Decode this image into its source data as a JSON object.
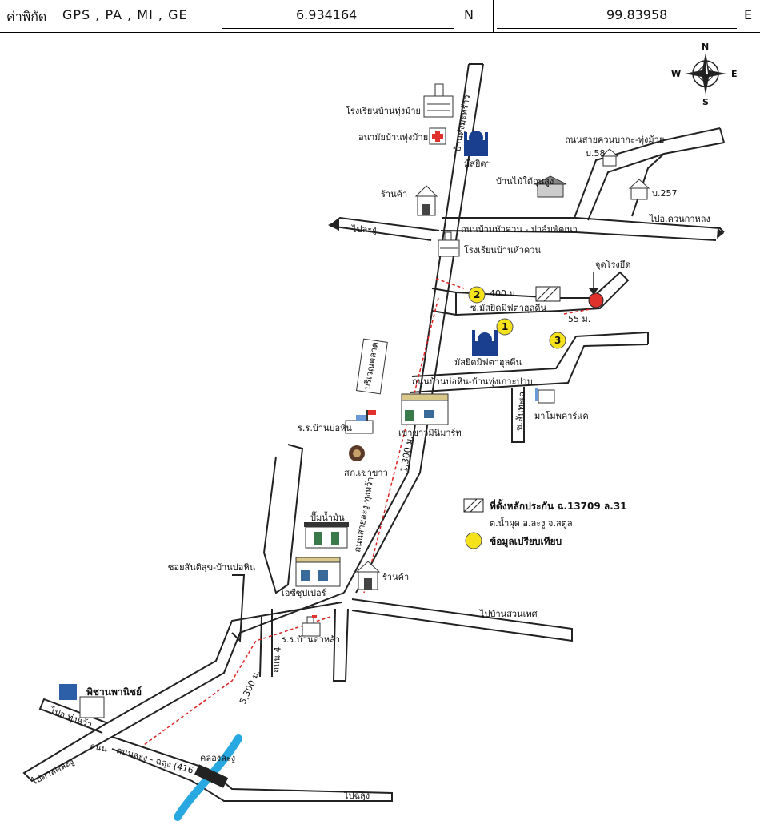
{
  "header": {
    "label": "ค่าพิกัด",
    "method": "GPS , PA , MI , GE",
    "latitude": "6.934164",
    "lat_dir": "N",
    "longitude": "99.83958",
    "lon_dir": "E"
  },
  "compass": {
    "n": "N",
    "s": "S",
    "e": "E",
    "w": "W"
  },
  "roads": {
    "main_road": "ถนนสายละงู-ทุ่งหว้า",
    "road_tungmaprao": "บ้านทุ่งมะพร้าว",
    "road_huakuan": "ถนนบ้านหัวควน - ปาล์มพัฒนา",
    "road_khuan_kalong": "ถนนสายควนบากะ-ทุ่งม้าย",
    "road_bohin": "ถนนบ้านบ่อหิน-บ้านทุ่งเกาะปาบ",
    "road_muang": "ซ.มัสยิดมิฟตาฮุลดีน",
    "road_soi_suttisuk": "ซอยสันติสุข-บ้านบ่อหิน",
    "road_4": "ถนน 4",
    "road_market": "บริเวณตลาด",
    "road_soi_muang": "ซ.สันทะเล",
    "road_lower": "ถนนละงู - ฉลุง (416"
  },
  "places": {
    "school_tungmai": "โรงเรียนบ้านทุ่งม้าย",
    "health_tungmai": "อนามัยบ้านทุ่งม้าย",
    "mosque_top": "มัสยิดฯ",
    "shop_top": "ร้านค้า",
    "house_58": "บ.58",
    "house_257": "บ.257",
    "house_label": "บ้านไม้ใต้ถุนสูง",
    "school_huakuan": "โรงเรียนบ้านหัวควน",
    "to_langu": "ไปละงู",
    "to_khuankalong": "ไปอ.ควนกาหลง",
    "target": "จุดโรงยึด",
    "mosque_mid": "มัสยิดมิฟตาฮุลดีน",
    "school_bohin": "ร.ร.บ้านบ่อหิน",
    "police": "สภ.เขาขาว",
    "minimart": "เขาขาวมินิมาร์ท",
    "mini_shop": "มาโมพคาร์แค",
    "gas_station": "ปั๊มน้ำมัน",
    "supermarket": "เอซีซุปเปอร์",
    "shop_mid": "ร้านค้า",
    "to_suanthes": "ไปบ้านสวนเทศ",
    "school_khaola": "ร.ร.บ้านดาหล้า",
    "pichan": "พิชานพานิชย์",
    "to_tungwa": "ไปอ.ทุ่งหว้า",
    "to_kalong": "ไปตาลคละงู",
    "to_chalung": "ไปฉลุง",
    "canal": "คลองละงู",
    "road_no": "ถนน"
  },
  "distances": {
    "d400": "400 ม.",
    "d55": "55 ม.",
    "d1300": "1,300 ม.",
    "d5300": "5,300 ม."
  },
  "markers": {
    "m1": "1",
    "m2": "2",
    "m3": "3"
  },
  "legend": {
    "item1": "ที่ตั้งหลักประกัน ฉ.13709 ล.31",
    "item2": "ต.น้ำผุด อ.ละงู จ.สตูล",
    "item3": "ข้อมูลเปรียบเทียบ"
  },
  "colors": {
    "target_red": "#e0312c",
    "marker_yellow": "#f5e21a",
    "arrow_red": "#d22",
    "canal_blue": "#28a8e0"
  }
}
